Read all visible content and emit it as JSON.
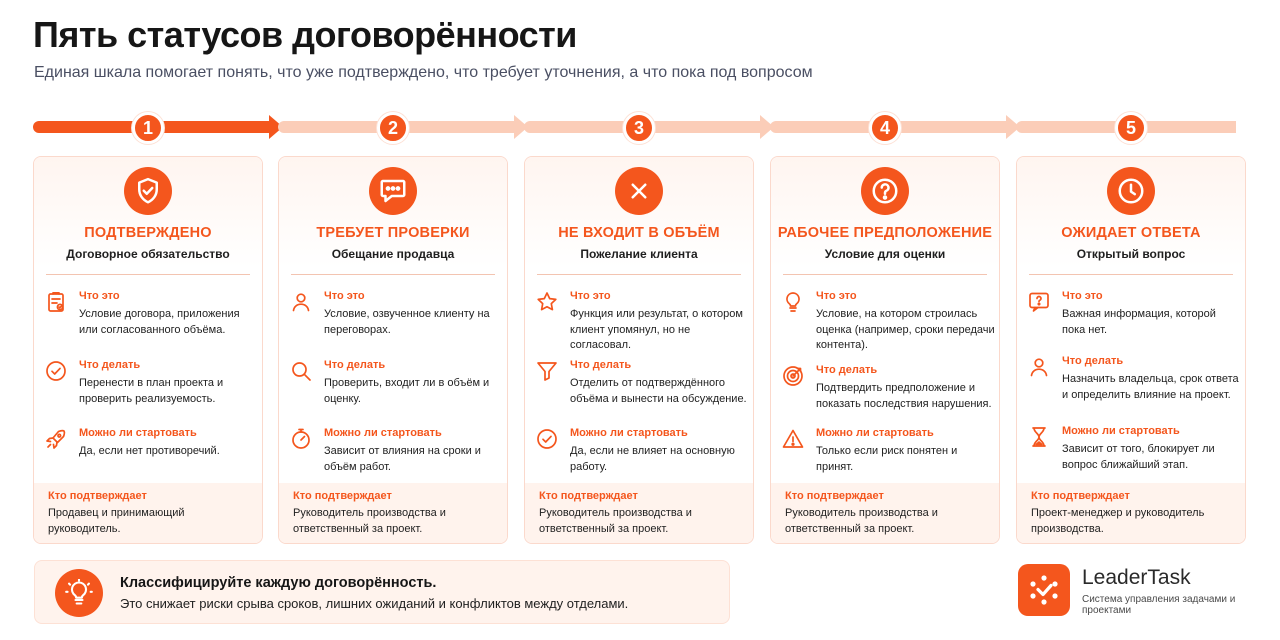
{
  "title": "Пять статусов договорённости",
  "subtitle": "Единая шкала помогает понять, что уже подтверждено, что требует уточнения, а что пока под вопросом",
  "colors": {
    "accent": "#f4561d",
    "accent_light": "#fbcdb8",
    "card_bg_tint": "#fff3ed"
  },
  "steps": [
    "1",
    "2",
    "3",
    "4",
    "5"
  ],
  "section_heads": {
    "what": "Что это",
    "todo": "Что делать",
    "start": "Можно ли стартовать",
    "who": "Кто подтверждает"
  },
  "cards": [
    {
      "icon": "shield-check-icon",
      "status": "ПОДТВЕРЖДЕНО",
      "type": "Договорное обязательство",
      "what_icon": "clipboard-icon",
      "what": "Условие договора, приложения или согласованного объёма.",
      "todo_icon": "check-circle-icon",
      "todo": "Перенести в план проекта и проверить реализуемость.",
      "start_icon": "rocket-icon",
      "start": "Да, если нет противоречий.",
      "who": "Продавец и принимающий руководитель."
    },
    {
      "icon": "chat-bubble-icon",
      "status": "ТРЕБУЕТ ПРОВЕРКИ",
      "type": "Обещание продавца",
      "what_icon": "user-icon",
      "what": "Условие, озвученное клиенту на переговорах.",
      "todo_icon": "search-icon",
      "todo": "Проверить, входит ли в объём и оценку.",
      "start_icon": "timer-icon",
      "start": "Зависит от влияния на сроки и объём работ.",
      "who": "Руководитель производства и ответственный за проект."
    },
    {
      "icon": "x-circle-icon",
      "status": "НЕ ВХОДИТ В ОБЪЁМ",
      "type": "Пожелание клиента",
      "what_icon": "star-icon",
      "what": "Функция или результат, о котором клиент упомянул, но не согласовал.",
      "todo_icon": "filter-icon",
      "todo": "Отделить от подтверждённого объёма и вынести на обсуждение.",
      "start_icon": "check-circle-icon",
      "start": "Да, если не влияет на основную работу.",
      "who": "Руководитель производства и ответственный за проект."
    },
    {
      "icon": "question-circle-icon",
      "status": "РАБОЧЕЕ ПРЕДПОЛОЖЕНИЕ",
      "type": "Условие для оценки",
      "what_icon": "lightbulb-icon",
      "what": "Условие, на котором строилась оценка (например, сроки передачи контента).",
      "todo_icon": "target-icon",
      "todo": "Подтвердить предположение и показать последствия нарушения.",
      "start_icon": "warning-icon",
      "start": "Только если риск понятен и принят.",
      "who": "Руководитель производства и ответственный за проект."
    },
    {
      "icon": "clock-icon",
      "status": "ОЖИДАЕТ ОТВЕТА",
      "type": "Открытый вопрос",
      "what_icon": "question-bubble-icon",
      "what": "Важная информация, которой пока нет.",
      "todo_icon": "user-icon",
      "todo": "Назначить владельца, срок ответа и определить влияние на проект.",
      "start_icon": "hourglass-icon",
      "start": "Зависит от того, блокирует ли вопрос ближайший этап.",
      "who": "Проект-менеджер и руководитель производства."
    }
  ],
  "tip": {
    "icon": "lightbulb-icon",
    "heading": "Классифицируйте каждую договорённость.",
    "text": "Это снижает риски срыва сроков, лишних ожиданий и конфликтов между отделами."
  },
  "brand": {
    "name": "LeaderTask",
    "tagline": "Система управления задачами и проектами"
  }
}
